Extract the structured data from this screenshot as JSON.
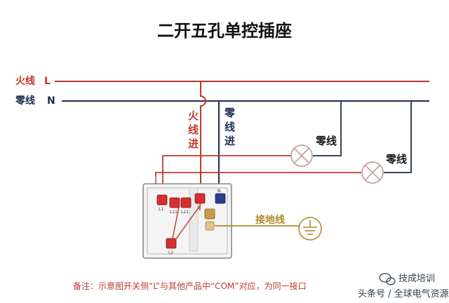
{
  "title": "二开五孔单控插座",
  "live": {
    "label": "火线",
    "letter": "L",
    "color": "#c0392b"
  },
  "neutral": {
    "label": "零线",
    "letter": "N",
    "color": "#1f2d50"
  },
  "live_in": [
    "火",
    "线",
    "进"
  ],
  "neutral_in": [
    "零",
    "线",
    "进"
  ],
  "lamp1_label": "零线",
  "lamp2_label": "零线",
  "ground_label": "接地线",
  "ground_color": "#b08a2e",
  "terminals": [
    "L1",
    "L11",
    "L21",
    "L",
    "N",
    "L2"
  ],
  "note": "备注：示意图开关侧“L”与其他产品中“COM”对应，为同一接口",
  "watermark_1": "技成培训",
  "watermark_2": "头条号 / 全球电气资源"
}
